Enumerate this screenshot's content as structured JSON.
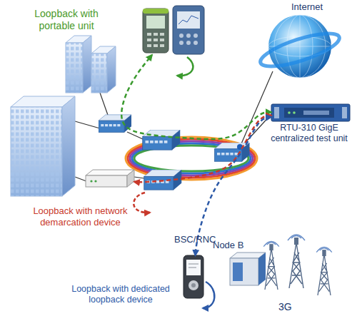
{
  "diagram": {
    "nodes": [
      {
        "text": [
          "Loopback with portable unit"
        ]
      },
      {
        "text": [
          "Internet"
        ]
      },
      {
        "text": [
          "RTU-310 GigE centralized test unit"
        ]
      },
      {
        "text": [
          "Loopback with network demarcation device"
        ]
      },
      {
        "text": [
          "BSC/RNC"
        ]
      },
      {
        "text": [
          "Node B"
        ]
      },
      {
        "text": [
          "Loopback with dedicated loopback device"
        ]
      },
      {
        "text": [
          "3G"
        ]
      }
    ],
    "edges": [
      {
        "from": 2,
        "to": 0,
        "arrow": "both"
      },
      {
        "from": 2,
        "to": 3,
        "arrow": "both"
      },
      {
        "from": 2,
        "to": 6,
        "arrow": "both"
      }
    ]
  }
}
